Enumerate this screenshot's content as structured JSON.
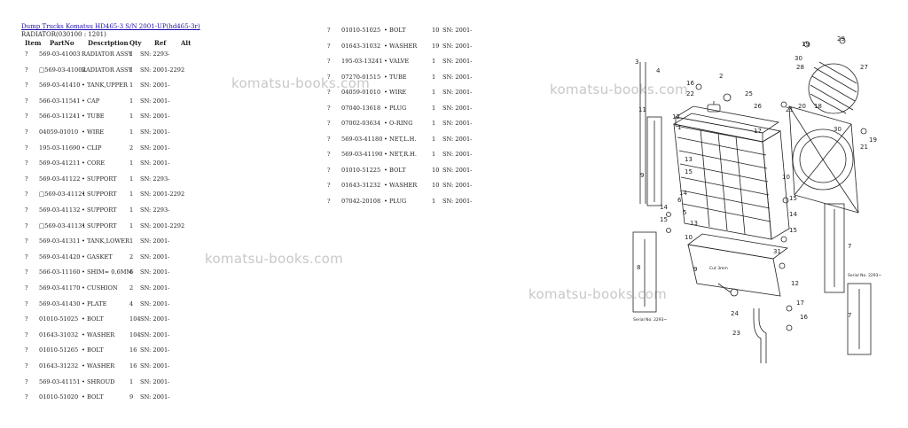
{
  "header": {
    "link": "Dump Trucks Komatsu HD465-3 S/N 2001-UP(hd465-3r)",
    "subtitle": "RADIATOR(030100 : 1201)"
  },
  "columns": [
    "Item",
    "PartNo",
    "Description",
    "Qty",
    "Ref",
    "Alt"
  ],
  "parts_left": [
    {
      "item": "?",
      "part": "569-03-41003",
      "desc": "RADIATOR ASSY",
      "qty": "1",
      "ref": "SN: 2293-"
    },
    {
      "item": "?",
      "part": "□569-03-41002",
      "desc": "RADIATOR ASSY",
      "qty": "1",
      "ref": "SN: 2001-2292"
    },
    {
      "item": "?",
      "part": "569-03-41410",
      "desc": "• TANK,UPPER",
      "qty": "1",
      "ref": "SN: 2001-"
    },
    {
      "item": "?",
      "part": "566-03-11541",
      "desc": "• CAP",
      "qty": "1",
      "ref": "SN: 2001-"
    },
    {
      "item": "?",
      "part": "566-03-11241",
      "desc": "• TUBE",
      "qty": "1",
      "ref": "SN: 2001-"
    },
    {
      "item": "?",
      "part": "04059-01010",
      "desc": "• WIRE",
      "qty": "1",
      "ref": "SN: 2001-"
    },
    {
      "item": "?",
      "part": "195-03-11690",
      "desc": "• CLIP",
      "qty": "2",
      "ref": "SN: 2001-"
    },
    {
      "item": "?",
      "part": "569-03-41211",
      "desc": "• CORE",
      "qty": "1",
      "ref": "SN: 2001-"
    },
    {
      "item": "?",
      "part": "569-03-41122",
      "desc": "• SUPPORT",
      "qty": "1",
      "ref": "SN: 2293-"
    },
    {
      "item": "?",
      "part": "□569-03-41121",
      "desc": "• SUPPORT",
      "qty": "1",
      "ref": "SN: 2001-2292"
    },
    {
      "item": "?",
      "part": "569-03-41132",
      "desc": "• SUPPORT",
      "qty": "1",
      "ref": "SN: 2293-"
    },
    {
      "item": "?",
      "part": "□569-03-41131",
      "desc": "• SUPPORT",
      "qty": "1",
      "ref": "SN: 2001-2292"
    },
    {
      "item": "?",
      "part": "569-03-41311",
      "desc": "• TANK,LOWER",
      "qty": "1",
      "ref": "SN: 2001-"
    },
    {
      "item": "?",
      "part": "569-03-41420",
      "desc": "• GASKET",
      "qty": "2",
      "ref": "SN: 2001-"
    },
    {
      "item": "?",
      "part": "566-03-11160",
      "desc": "• SHIM= 0.6MM",
      "qty": "6",
      "ref": "SN: 2001-"
    },
    {
      "item": "?",
      "part": "569-03-41170",
      "desc": "• CUSHION",
      "qty": "2",
      "ref": "SN: 2001-"
    },
    {
      "item": "?",
      "part": "569-03-41430",
      "desc": "• PLATE",
      "qty": "4",
      "ref": "SN: 2001-"
    },
    {
      "item": "?",
      "part": "01010-51025",
      "desc": "• BOLT",
      "qty": "104",
      "ref": "SN: 2001-"
    },
    {
      "item": "?",
      "part": "01643-31032",
      "desc": "• WASHER",
      "qty": "104",
      "ref": "SN: 2001-"
    },
    {
      "item": "?",
      "part": "01010-51265",
      "desc": "• BOLT",
      "qty": "16",
      "ref": "SN: 2001-"
    },
    {
      "item": "?",
      "part": "01643-31232",
      "desc": "• WASHER",
      "qty": "16",
      "ref": "SN: 2001-"
    },
    {
      "item": "?",
      "part": "569-03-41151",
      "desc": "• SHROUD",
      "qty": "1",
      "ref": "SN: 2001-"
    },
    {
      "item": "?",
      "part": "01010-51020",
      "desc": "• BOLT",
      "qty": "9",
      "ref": "SN: 2001-"
    }
  ],
  "parts_right": [
    {
      "item": "?",
      "part": "01010-51025",
      "desc": "• BOLT",
      "qty": "10",
      "ref": "SN: 2001-"
    },
    {
      "item": "?",
      "part": "01643-31032",
      "desc": "• WASHER",
      "qty": "19",
      "ref": "SN: 2001-"
    },
    {
      "item": "?",
      "part": "195-03-13241",
      "desc": "• VALVE",
      "qty": "1",
      "ref": "SN: 2001-"
    },
    {
      "item": "?",
      "part": "07270-01515",
      "desc": "• TUBE",
      "qty": "1",
      "ref": "SN: 2001-"
    },
    {
      "item": "?",
      "part": "04059-01010",
      "desc": "• WIRE",
      "qty": "1",
      "ref": "SN: 2001-"
    },
    {
      "item": "?",
      "part": "07040-13618",
      "desc": "• PLUG",
      "qty": "1",
      "ref": "SN: 2001-"
    },
    {
      "item": "?",
      "part": "07002-03634",
      "desc": "• O-RING",
      "qty": "1",
      "ref": "SN: 2001-"
    },
    {
      "item": "?",
      "part": "569-03-41180",
      "desc": "• NET,L.H.",
      "qty": "1",
      "ref": "SN: 2001-"
    },
    {
      "item": "?",
      "part": "569-03-41190",
      "desc": "• NET,R.H.",
      "qty": "1",
      "ref": "SN: 2001-"
    },
    {
      "item": "?",
      "part": "01010-51225",
      "desc": "• BOLT",
      "qty": "10",
      "ref": "SN: 2001-"
    },
    {
      "item": "?",
      "part": "01643-31232",
      "desc": "• WASHER",
      "qty": "10",
      "ref": "SN: 2001-"
    },
    {
      "item": "?",
      "part": "07042-20108",
      "desc": "• PLUG",
      "qty": "1",
      "ref": "SN: 2001-"
    }
  ],
  "watermark": "komatsu-books.com",
  "diagram": {
    "callouts": [
      "1",
      "2",
      "3",
      "4",
      "5",
      "6",
      "7",
      "8",
      "9",
      "10",
      "11",
      "12",
      "13",
      "14",
      "15",
      "16",
      "17",
      "18",
      "19",
      "20",
      "21",
      "22",
      "23",
      "24",
      "25",
      "26",
      "27",
      "28",
      "29",
      "30",
      "31"
    ],
    "serial_note_a": "Serial No. 2293~",
    "serial_note_b": "Serial No. 2293~",
    "cut_note": "Cut 3mm"
  }
}
